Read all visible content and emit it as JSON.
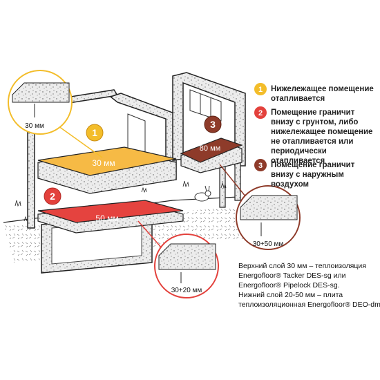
{
  "legend": [
    {
      "number": "1",
      "color": "#f3bd2a",
      "text_lines": [
        "Нижележащее помещение",
        "отапливается"
      ]
    },
    {
      "number": "2",
      "color": "#e3413c",
      "text_lines": [
        "Помещение граничит",
        "внизу с грунтом, либо",
        "нижележащее помещение",
        "не отапливается или",
        "периодически отапливается"
      ]
    },
    {
      "number": "3",
      "color": "#8e3b2a",
      "text_lines": [
        "Помещение граничит",
        "внизу с наружным воздухом"
      ]
    }
  ],
  "floors": {
    "floor1": {
      "number": "1",
      "thickness": "30 мм",
      "color": "#f6ba45"
    },
    "floor2": {
      "number": "2",
      "thickness": "50 мм",
      "color": "#e5433f"
    },
    "floor3": {
      "number": "3",
      "thickness": "80 мм",
      "color": "#8e3b2a"
    }
  },
  "details": {
    "top_left": "30 мм",
    "right": "30+50 мм",
    "bottom": "30+20 мм"
  },
  "description_lines": [
    "Верхний слой 30 мм – теплоизоляция",
    "Energofloor® Tacker DES-sg или",
    "Energofloor® Pipelock DES-sg.",
    "Нижний слой 20-50 мм – плита",
    "теплоизоляционная Energofloor® DEO-dm."
  ]
}
